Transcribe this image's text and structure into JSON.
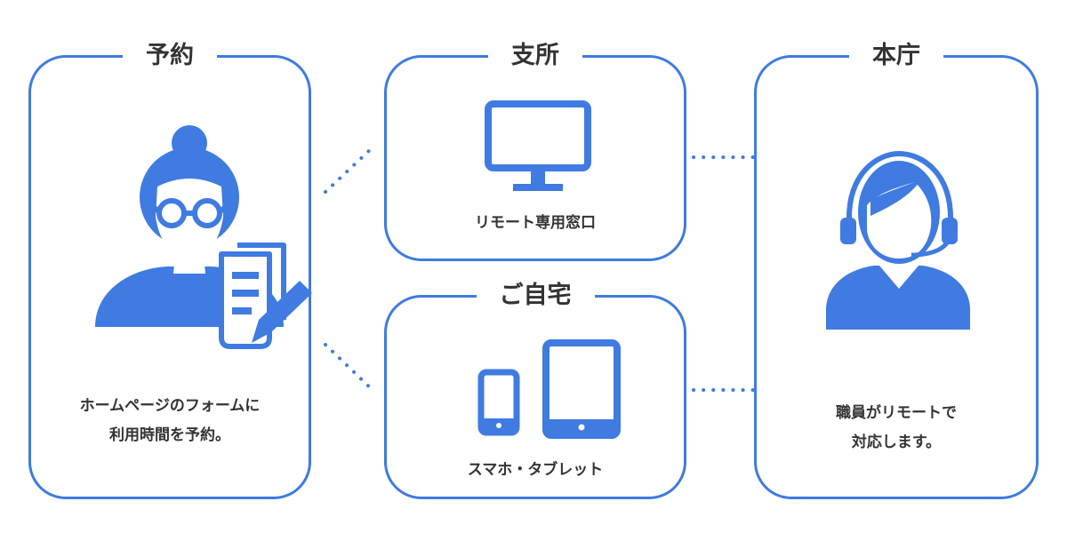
{
  "colors": {
    "accent": "#3f7be0",
    "text": "#333333",
    "background": "#ffffff"
  },
  "reservation": {
    "title": "予約",
    "caption_line1": "ホームページのフォームに",
    "caption_line2": "利用時間を予約。",
    "icon": "elderly-person-with-form-icon"
  },
  "branch": {
    "title": "支所",
    "caption": "リモート専用窓口",
    "icon": "desktop-monitor-icon"
  },
  "home": {
    "title": "ご自宅",
    "caption": "スマホ・タブレット",
    "icons": [
      "smartphone-icon",
      "tablet-icon"
    ]
  },
  "headquarters": {
    "title": "本庁",
    "caption_line1": "職員がリモートで",
    "caption_line2": "対応します。",
    "icon": "staff-with-headset-icon"
  }
}
